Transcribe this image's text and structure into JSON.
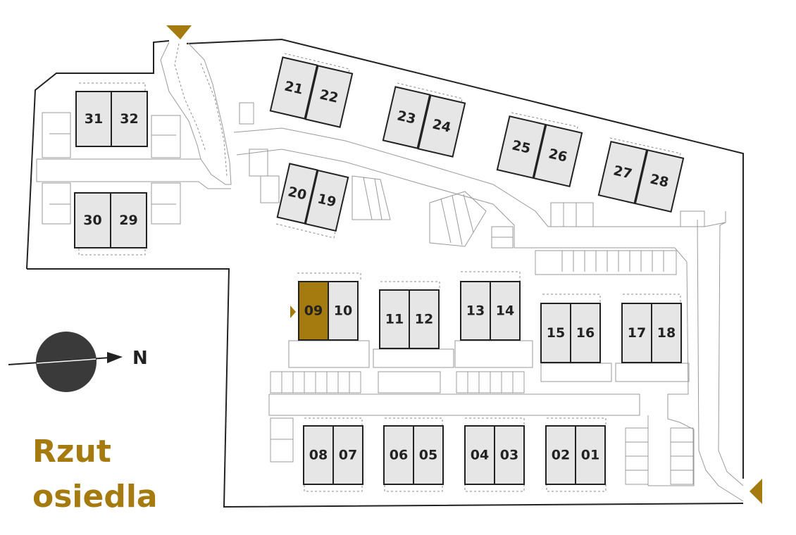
{
  "title": {
    "line1": "Rzut",
    "line2": "osiedla"
  },
  "compass": {
    "label": "N"
  },
  "colors": {
    "selected": "#a57a0f",
    "unit_fill": "#e6e6e6",
    "outline": "#222222"
  },
  "selected_unit": "09",
  "units": [
    "01",
    "02",
    "03",
    "04",
    "05",
    "06",
    "07",
    "08",
    "09",
    "10",
    "11",
    "12",
    "13",
    "14",
    "15",
    "16",
    "17",
    "18",
    "19",
    "20",
    "21",
    "22",
    "23",
    "24",
    "25",
    "26",
    "27",
    "28",
    "29",
    "30",
    "31",
    "32"
  ]
}
